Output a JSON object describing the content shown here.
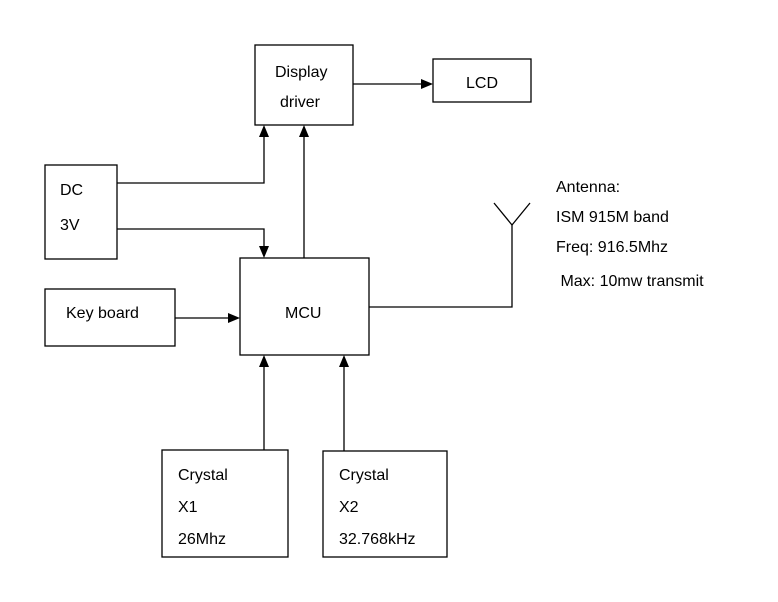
{
  "blocks": {
    "display_driver": {
      "lines": [
        "Display",
        "driver"
      ]
    },
    "lcd": {
      "label": "LCD"
    },
    "dc_supply": {
      "lines": [
        "DC",
        "3V"
      ]
    },
    "mcu": {
      "label": "MCU"
    },
    "keyboard": {
      "label": "Key board"
    },
    "crystal_x1": {
      "lines": [
        "Crystal",
        "X1",
        "26Mhz"
      ]
    },
    "crystal_x2": {
      "lines": [
        "Crystal",
        "X2",
        "32.768kHz"
      ]
    }
  },
  "antenna": {
    "lines": [
      "Antenna:",
      "ISM 915M band",
      "Freq: 916.5Mhz",
      " Max: 10mw transmit"
    ]
  },
  "icons": [
    "antenna-icon"
  ]
}
